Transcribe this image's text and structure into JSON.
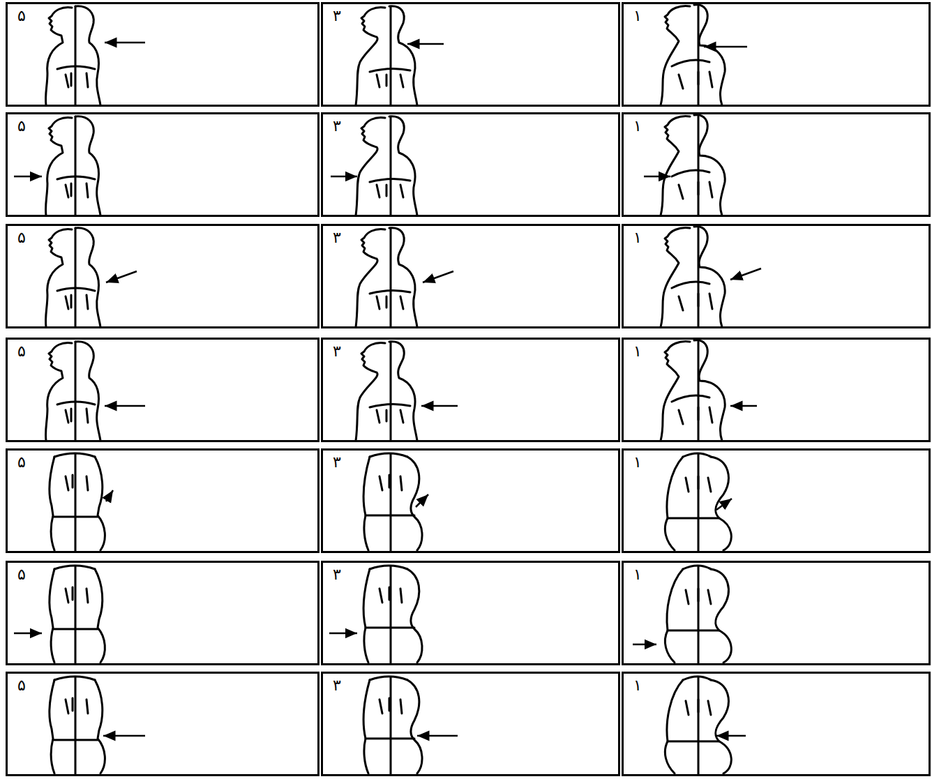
{
  "diagram": {
    "nodes": [
      {
        "text": [
          "۵"
        ]
      },
      {
        "text": [
          "۳"
        ]
      },
      {
        "text": [
          "۱"
        ]
      },
      {
        "text": [
          "۵"
        ]
      },
      {
        "text": [
          "۳"
        ]
      },
      {
        "text": [
          "۱"
        ]
      },
      {
        "text": [
          "۵"
        ]
      },
      {
        "text": [
          "۳"
        ]
      },
      {
        "text": [
          "۱"
        ]
      },
      {
        "text": [
          "۵"
        ]
      },
      {
        "text": [
          "۳"
        ]
      },
      {
        "text": [
          "۱"
        ]
      },
      {
        "text": [
          "۵"
        ]
      },
      {
        "text": [
          "۳"
        ]
      },
      {
        "text": [
          "۱"
        ]
      },
      {
        "text": [
          "۵"
        ]
      },
      {
        "text": [
          "۳"
        ]
      },
      {
        "text": [
          "۱"
        ]
      },
      {
        "text": [
          "۵"
        ]
      },
      {
        "text": [
          "۳"
        ]
      },
      {
        "text": [
          "۱"
        ]
      }
    ]
  }
}
